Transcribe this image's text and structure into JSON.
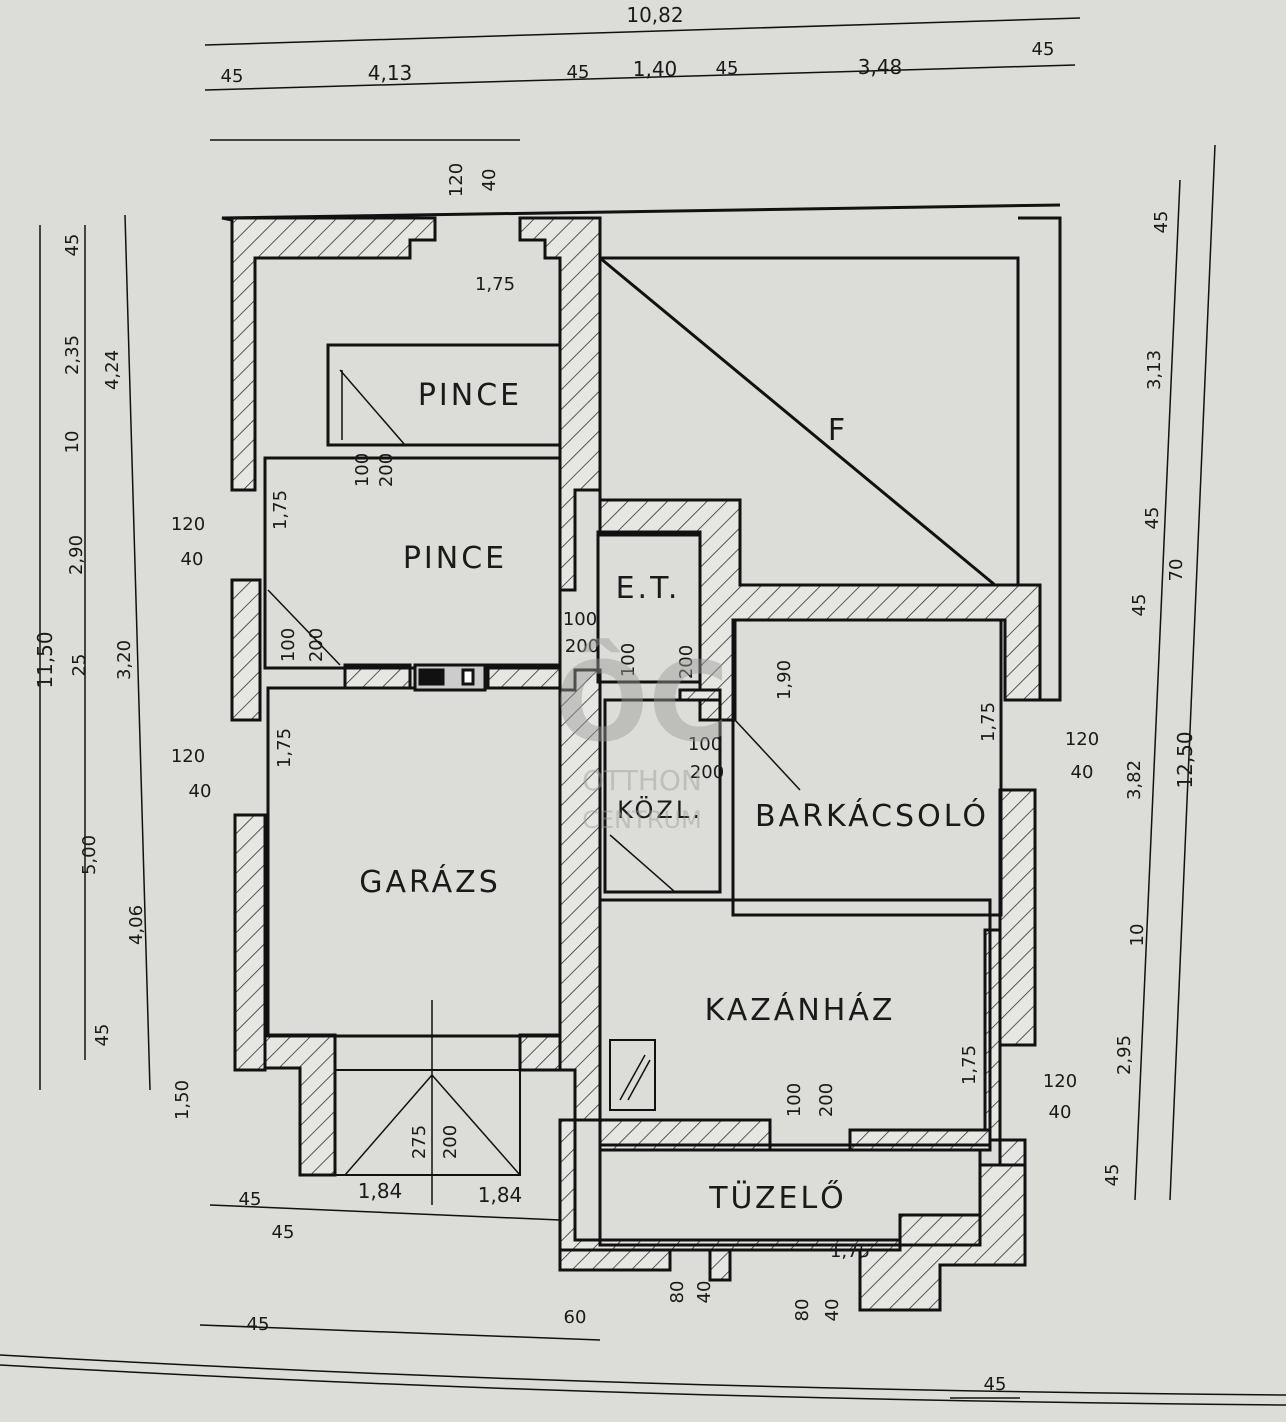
{
  "rooms": {
    "pince_top": "PINCE",
    "pince_mid": "PINCE",
    "garazs": "GARÁZS",
    "et": "E.T.",
    "kozl": "KÖZL.",
    "barkacsolo": "BARKÁCSOLÓ",
    "kazanhaz": "KAZÁNHÁZ",
    "tuzelo": "TÜZELŐ",
    "f": "F"
  },
  "dims_top": {
    "total": "10,82",
    "d1": "45",
    "d2": "4,13",
    "d3": "45",
    "d4": "1,40",
    "d5": "45",
    "d6": "3,48",
    "d7": "45"
  },
  "dims_left": {
    "total": "11,50",
    "a1": "45",
    "a2": "2,35",
    "a3": "10",
    "a4": "2,90",
    "a5": "25",
    "a6": "5,00",
    "a7": "45",
    "b1": "4,24",
    "b2": "3,20",
    "b3": "4,06",
    "c1": "1,50"
  },
  "dims_right": {
    "total": "12,50",
    "r1": "45",
    "r2": "3,13",
    "r3": "45",
    "r4": "70",
    "r5": "45",
    "r6": "3,82",
    "r7": "10",
    "r8": "2,95",
    "r9": "45"
  },
  "dims_bottom": {
    "b1": "45",
    "b2": "45",
    "b3": "1,84",
    "b4": "1,84",
    "b5": "45",
    "b6": "60",
    "b7": "45"
  },
  "openings": {
    "top_win_h": "120",
    "top_win_w": "40",
    "pince_top_h": "1,75",
    "door_pince_top_w": "100",
    "door_pince_top_h": "200",
    "pince_mid_win_h": "120",
    "pince_mid_win_w": "40",
    "pince_mid_sill": "1,75",
    "door_pince_mid_w": "100",
    "door_pince_mid_h": "200",
    "door_et_w": "100",
    "door_et_h": "200",
    "door_et2_w": "100",
    "door_et2_h": "200",
    "garazs_win_h": "120",
    "garazs_win_w": "40",
    "garazs_sill": "1,75",
    "barkacs_h": "1,90",
    "barkacs_sill": "1,75",
    "barkacs_win_h": "120",
    "barkacs_win_w": "40",
    "door_kozl_w": "100",
    "door_kozl_h": "200",
    "kazan_sill": "1,75",
    "kazan_win_h": "120",
    "kazan_win_w": "40",
    "door_kazan_w": "100",
    "door_kazan_h": "200",
    "garazs_door_w": "275",
    "garazs_door_h": "200",
    "tuzelo_sill": "1,75",
    "tuzelo_win1_w": "80",
    "tuzelo_win1_h": "40",
    "tuzelo_win2_w": "80",
    "tuzelo_win2_h": "40"
  },
  "watermark": {
    "logo": "ÔC",
    "line1": "OTTHON",
    "line2": "CENTRUM"
  }
}
